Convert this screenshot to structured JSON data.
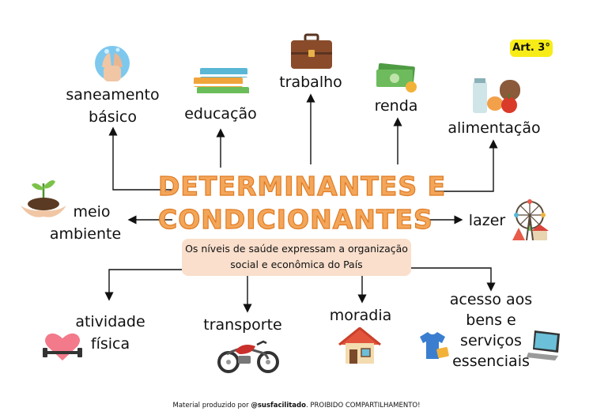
{
  "title_line1": "DETERMINANTES E",
  "title_line2": "CONDICIONANTES",
  "subtitle_line1": "Os níveis de saúde expressam a organização",
  "subtitle_line2": "social e econômica do País",
  "badge": "Art. 3°",
  "nodes": {
    "saneamento": {
      "line1": "saneamento",
      "line2": "básico",
      "icon": "hand-washing-icon"
    },
    "educacao": {
      "line1": "educação",
      "icon": "books-icon"
    },
    "trabalho": {
      "line1": "trabalho",
      "icon": "briefcase-icon"
    },
    "renda": {
      "line1": "renda",
      "icon": "money-icon"
    },
    "alimentacao": {
      "line1": "alimentação",
      "icon": "groceries-icon"
    },
    "meio_ambiente": {
      "line1": "meio",
      "line2": "ambiente",
      "icon": "plant-in-hands-icon"
    },
    "lazer": {
      "line1": "lazer",
      "icon": "ferris-wheel-icon"
    },
    "atividade_fisica": {
      "line1": "atividade",
      "line2": "física",
      "icon": "heart-dumbbell-icon"
    },
    "transporte": {
      "line1": "transporte",
      "icon": "motorcycle-icon"
    },
    "moradia": {
      "line1": "moradia",
      "icon": "house-icon"
    },
    "bens_servicos": {
      "line1": "acesso aos",
      "line2": "bens e",
      "line3": "serviços",
      "line4": "essenciais",
      "icon": "shirt-and-laptop-icon"
    }
  },
  "footer": {
    "prefix": "Material produzido por ",
    "handle": "@susfacilitado",
    "suffix": ". PROIBIDO COMPARTILHAMENTO!"
  },
  "colors": {
    "title": "#f3a65a",
    "title_outline": "#e07b22",
    "subtitle_bg": "#f9dfcc",
    "badge_bg": "#f7ec17"
  }
}
